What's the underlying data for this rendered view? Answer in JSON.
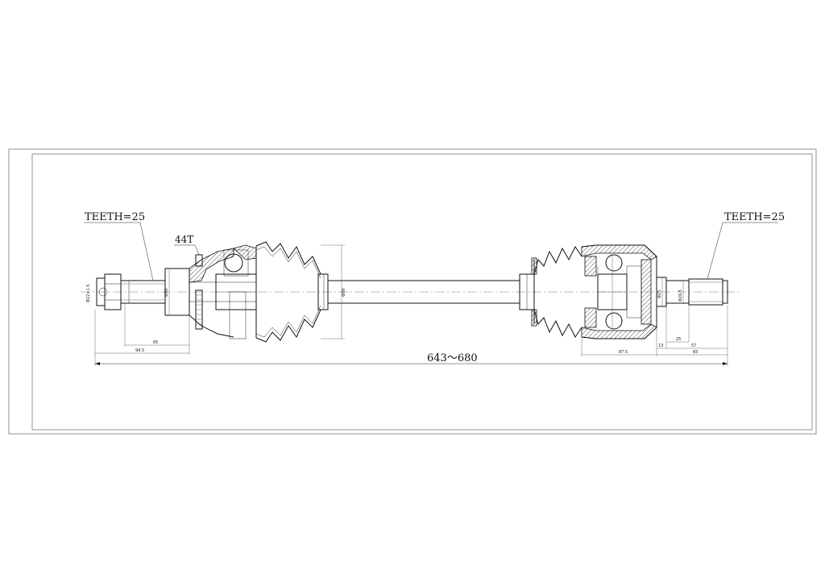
{
  "drawing": {
    "labels": {
      "teeth_left": "TEETH=25",
      "teeth_right": "TEETH=25",
      "abs_ring": "44T",
      "overall_length": "643～680"
    },
    "dimensions": {
      "left_spline_dia": "Φ22×1.5",
      "left_shaft_dia": "Φ30",
      "boot_dia": "Φ99",
      "left_len_65": "65",
      "left_len_94_5": "94.5",
      "right_shaft_dia": "Φ25",
      "right_thread_dia": "Φ26.5",
      "right_len_25": "25",
      "right_len_57": "57",
      "right_len_13": "13",
      "right_len_87_5": "87.5",
      "right_len_65": "65"
    }
  }
}
